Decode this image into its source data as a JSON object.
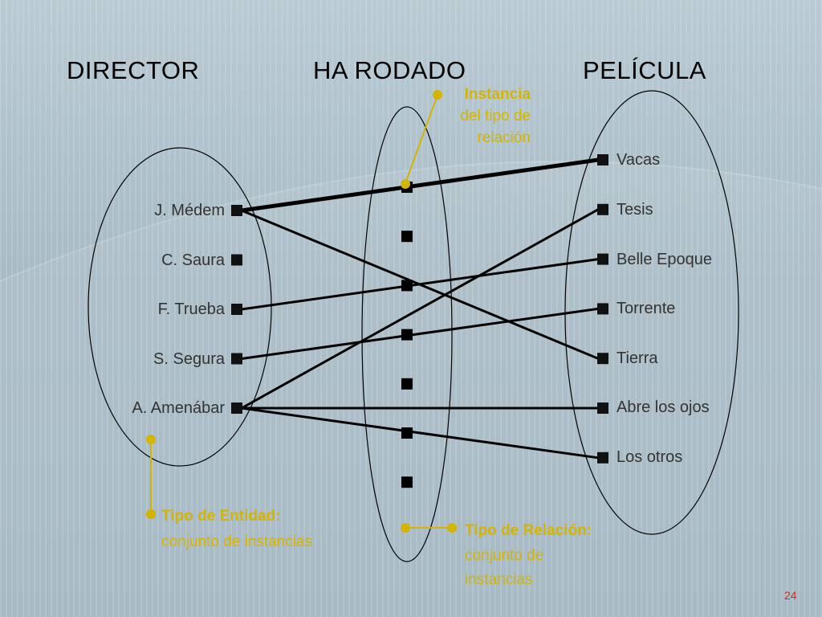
{
  "headers": {
    "director": "DIRECTOR",
    "ha_rodado": "HA RODADO",
    "pelicula": "PELÍCULA"
  },
  "directors": [
    "J. Médem",
    "C. Saura",
    "F. Trueba",
    "S. Segura",
    "A. Amenábar"
  ],
  "films": [
    "Vacas",
    "Tesis",
    "Belle Epoque",
    "Torrente",
    "Tierra",
    "Abre los ojos",
    "Los otros"
  ],
  "relations": [
    {
      "director": "J. Médem",
      "film": "Vacas",
      "highlighted": true
    },
    {
      "director": "J. Médem",
      "film": "Tierra",
      "highlighted": false
    },
    {
      "director": "F. Trueba",
      "film": "Belle Epoque",
      "highlighted": false
    },
    {
      "director": "S. Segura",
      "film": "Torrente",
      "highlighted": false
    },
    {
      "director": "A. Amenábar",
      "film": "Tesis",
      "highlighted": false
    },
    {
      "director": "A. Amenábar",
      "film": "Abre los ojos",
      "highlighted": false
    },
    {
      "director": "A. Amenábar",
      "film": "Los otros",
      "highlighted": false
    }
  ],
  "callouts": {
    "instancia": {
      "bold": "Instancia",
      "line1": "del tipo de",
      "line2": "relación"
    },
    "tipo_entidad": {
      "bold": "Tipo de Entidad:",
      "line1": "conjunto de instancias"
    },
    "tipo_relacion": {
      "bold": "Tipo de Relación:",
      "line1": "conjunto de",
      "line2": "instancias"
    }
  },
  "page_number": "24",
  "colors": {
    "accent": "#d4b400",
    "line": "#000000",
    "text": "#333333",
    "page_number": "#cc2a1c"
  }
}
